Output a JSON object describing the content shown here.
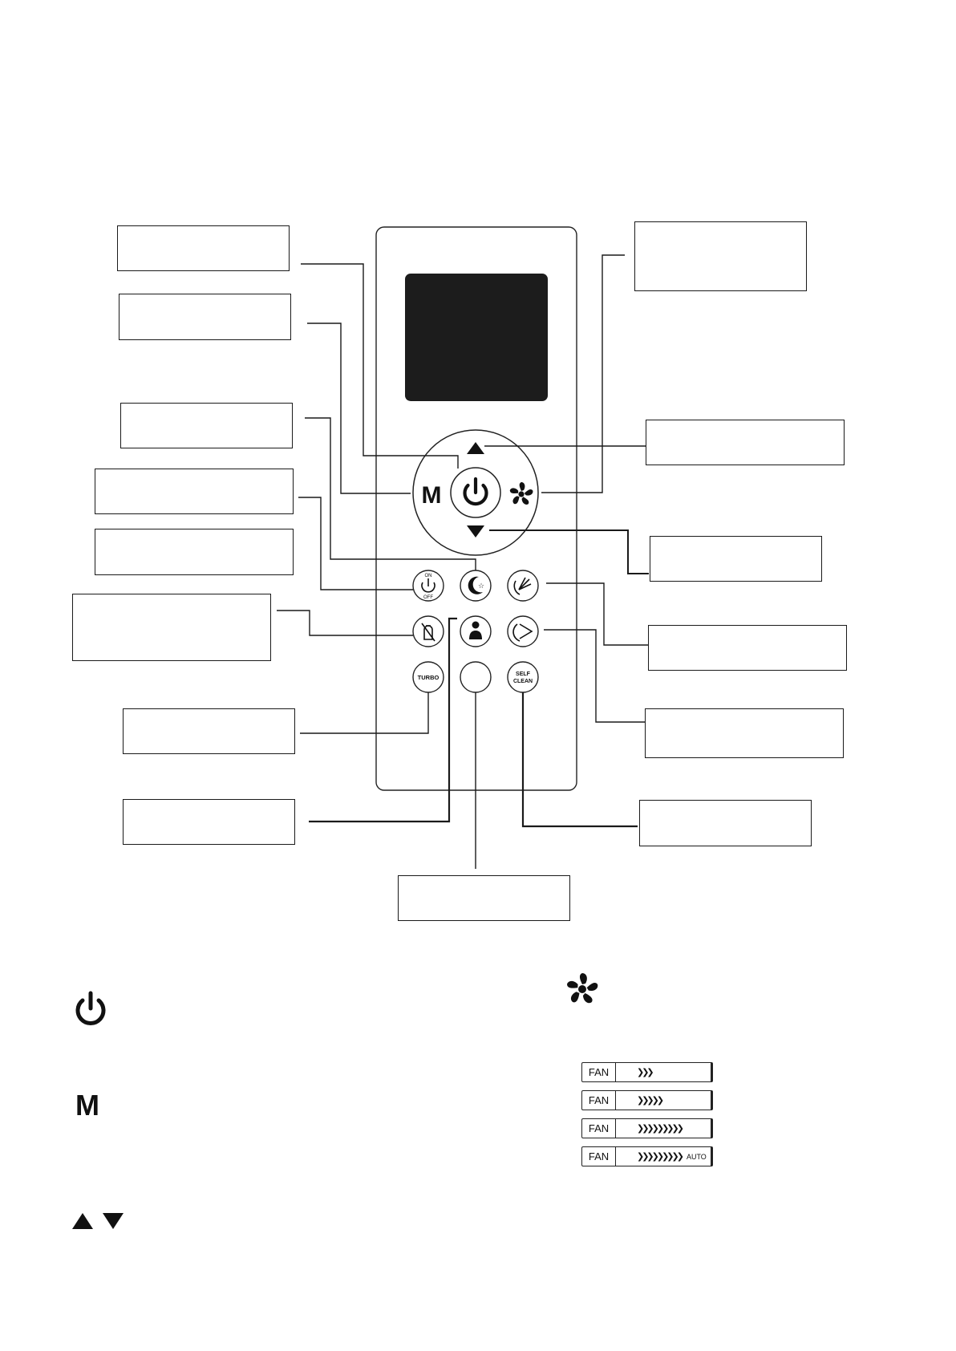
{
  "remote": {
    "mode_key": "M",
    "timer_key": {
      "top": "ON",
      "bottom": "OFF"
    },
    "turbo_key": "TURBO",
    "self_clean_key": {
      "line1": "SELF",
      "line2": "CLEAN"
    }
  },
  "legend": {
    "mode_letter": "M",
    "fan_rows": [
      {
        "label": "FAN",
        "speed_glyph": "❯❯❯",
        "auto": ""
      },
      {
        "label": "FAN",
        "speed_glyph": "❯❯❯❯❯",
        "auto": ""
      },
      {
        "label": "FAN",
        "speed_glyph": "❯❯❯❯❯❯❯❯❯",
        "auto": ""
      },
      {
        "label": "FAN",
        "speed_glyph": "❯❯❯❯❯❯❯❯❯",
        "auto": "AUTO"
      }
    ]
  },
  "icons": {
    "power": "power-icon",
    "mode": "mode-m-icon",
    "fan": "fan-icon",
    "up": "triangle-up-icon",
    "down": "triangle-down-icon",
    "sleep": "sleep-moon-icon",
    "timer": "timer-icon",
    "swing": "swing-icon",
    "direct": "air-direction-icon",
    "mute": "mute-icon",
    "follow_me": "follow-me-person-icon",
    "turbo": "turbo-button",
    "self_clean": "self-clean-button"
  },
  "colors": {
    "ink": "#1a1a1a",
    "display": "#1c1c1c",
    "paper": "#ffffff"
  }
}
